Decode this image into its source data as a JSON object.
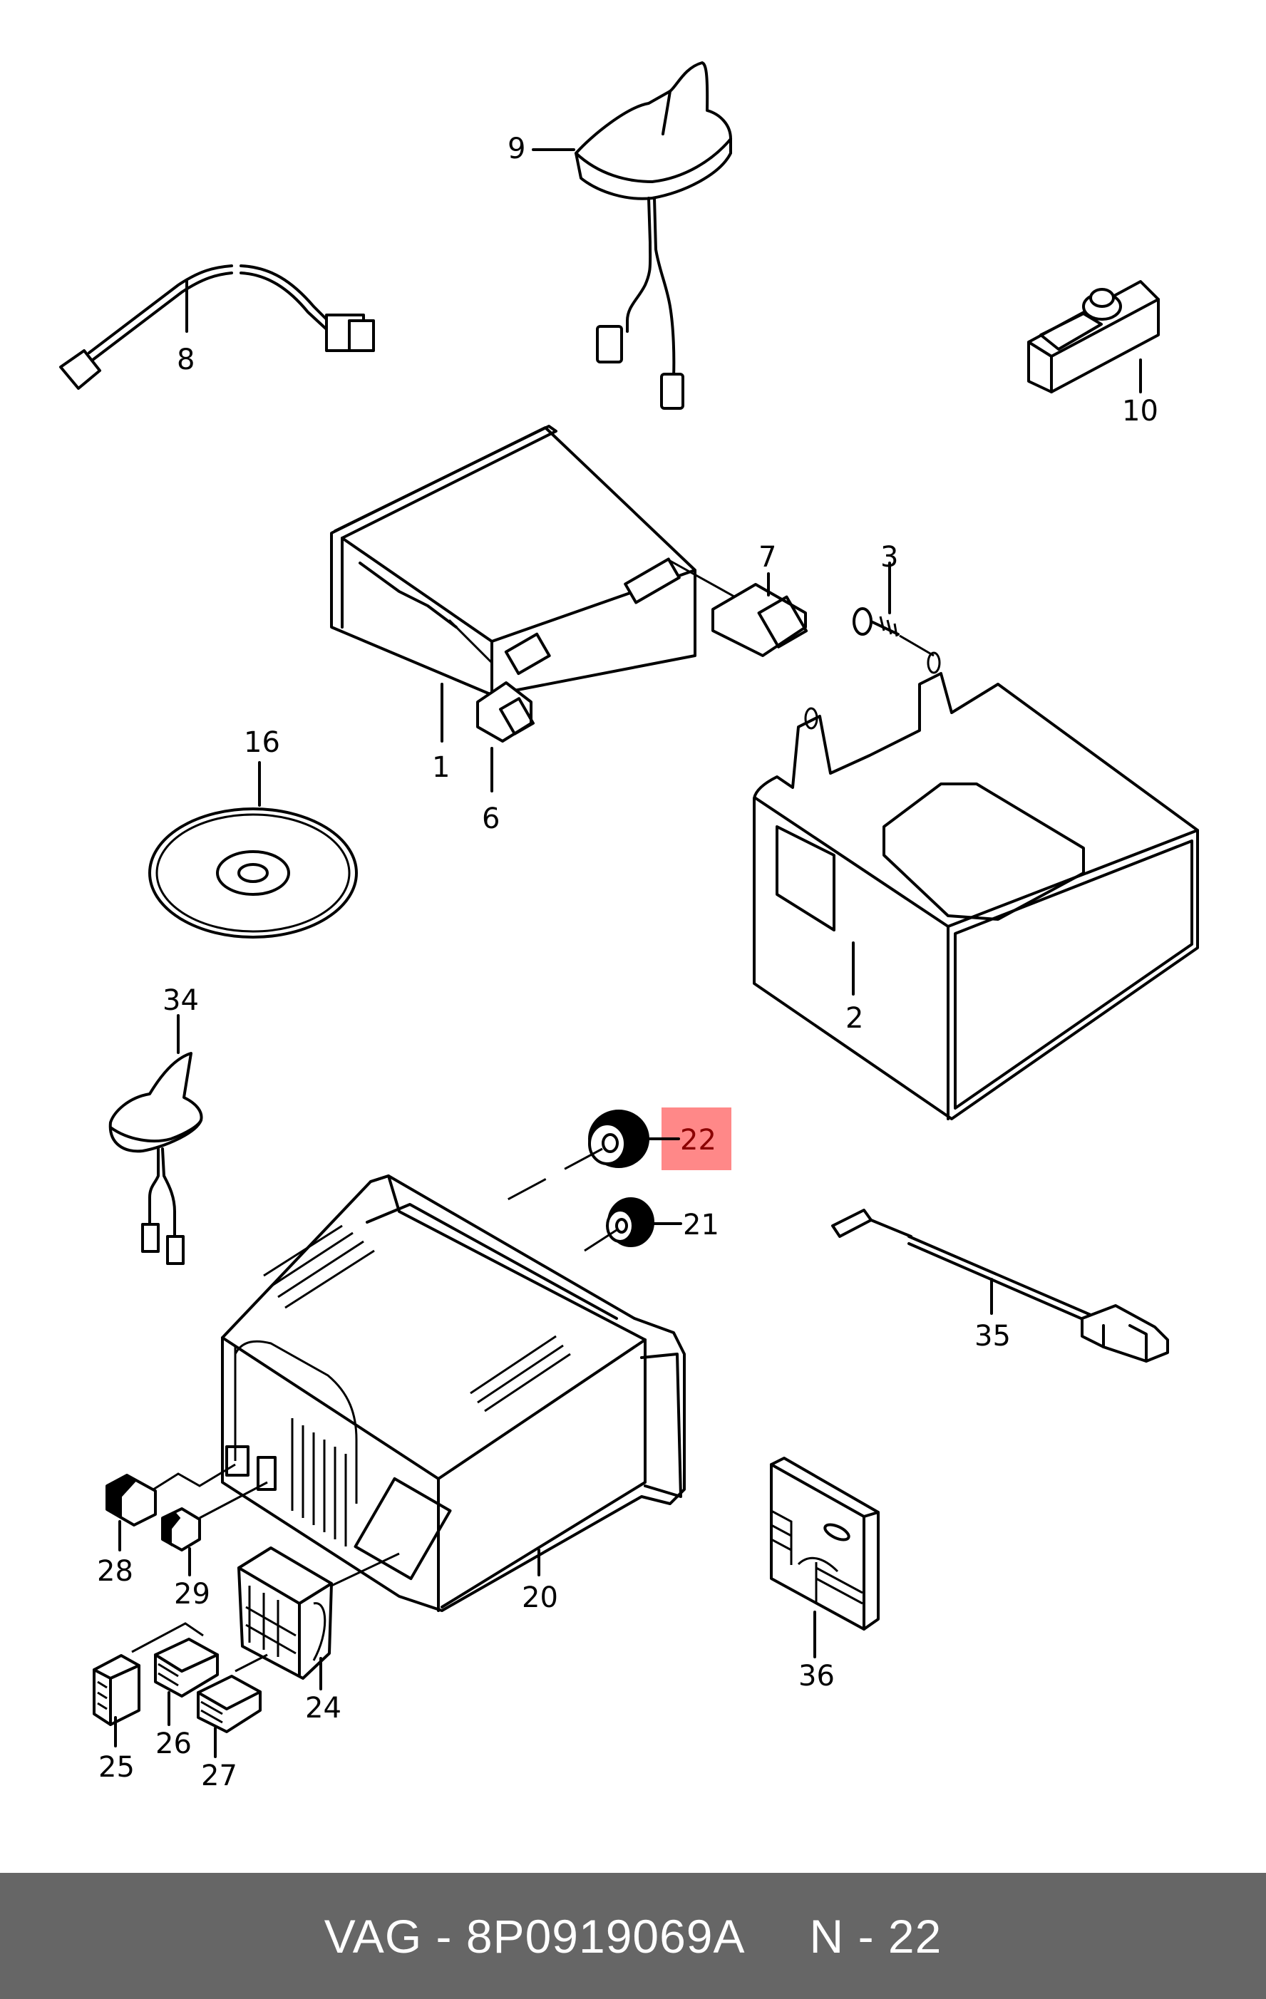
{
  "diagram": {
    "title": "Radio / navigation unit exploded parts diagram",
    "highlighted_part": "22",
    "highlight_color": "#ff8888",
    "highlight_text_color": "#8b0000",
    "callouts": {
      "p1": "1",
      "p2": "2",
      "p3": "3",
      "p6": "6",
      "p7": "7",
      "p8": "8",
      "p9": "9",
      "p10": "10",
      "p16": "16",
      "p20": "20",
      "p21": "21",
      "p22": "22",
      "p24": "24",
      "p25": "25",
      "p26": "26",
      "p27": "27",
      "p28": "28",
      "p29": "29",
      "p34": "34",
      "p35": "35",
      "p36": "36"
    }
  },
  "footer": {
    "brand": "VAG",
    "separator": "-",
    "part_number": "8P0919069A",
    "position_prefix": "N",
    "position_number": "22",
    "background_color": "#666666",
    "text_color": "#ffffff"
  }
}
